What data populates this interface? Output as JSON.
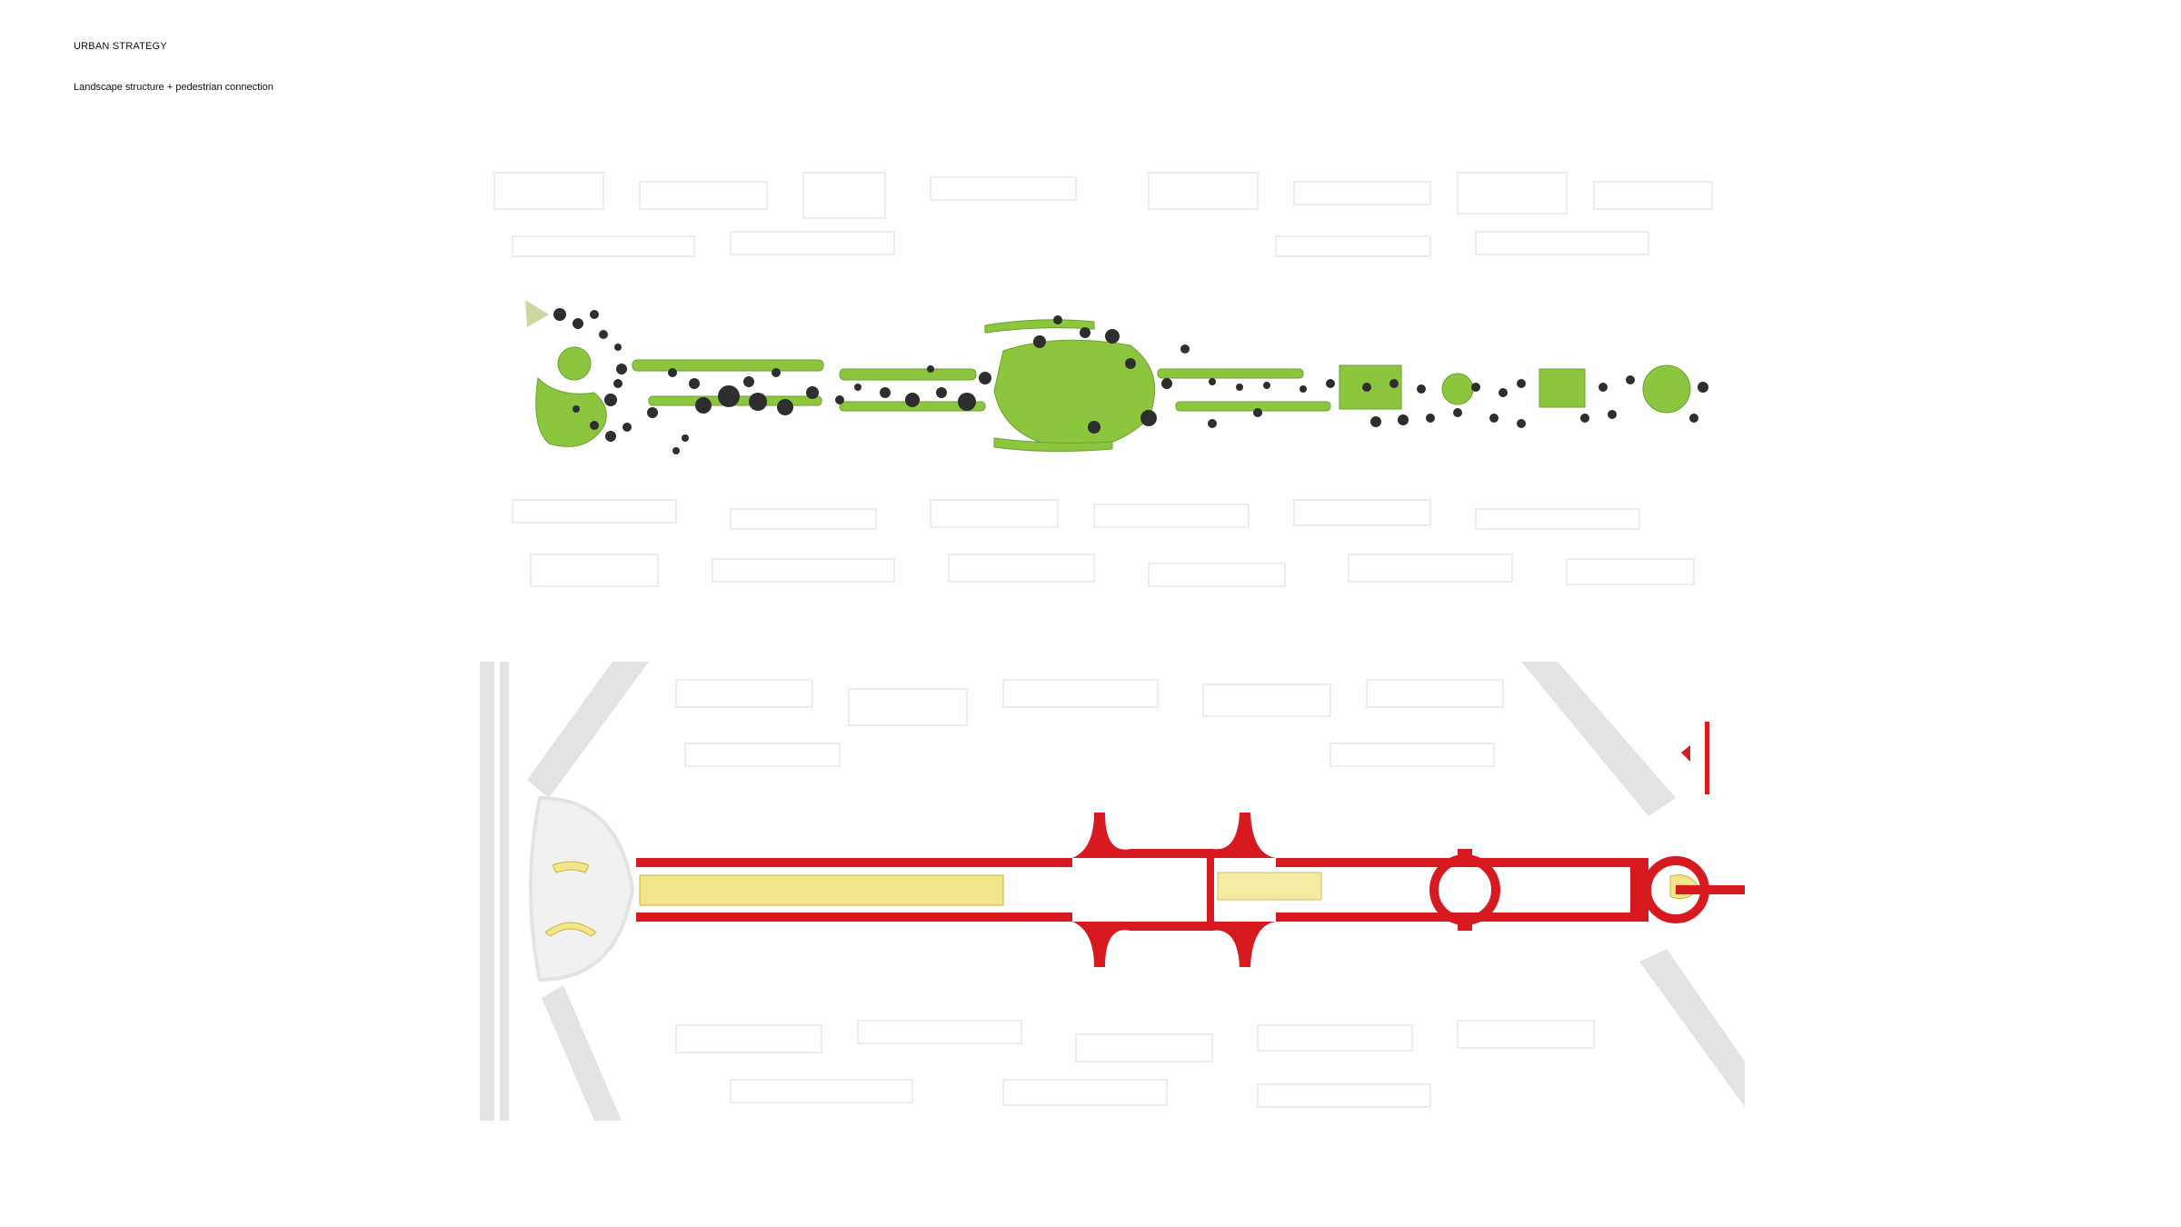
{
  "header": {
    "title": "URBAN STRATEGY",
    "subtitle": "Landscape structure + pedestrian connection"
  },
  "colors": {
    "background": "#ffffff",
    "building_outline": "#ececec",
    "road": "#e1e1e1",
    "green": "#8cc63f",
    "green_dark": "#6aa130",
    "tree": "#2e2e2e",
    "pedestrian": "#d71920",
    "path": "#f3e58a"
  },
  "panels": [
    {
      "name": "landscape-structure-plan",
      "layer": "green space and trees"
    },
    {
      "name": "pedestrian-connection-plan",
      "layer": "pedestrian network"
    }
  ]
}
